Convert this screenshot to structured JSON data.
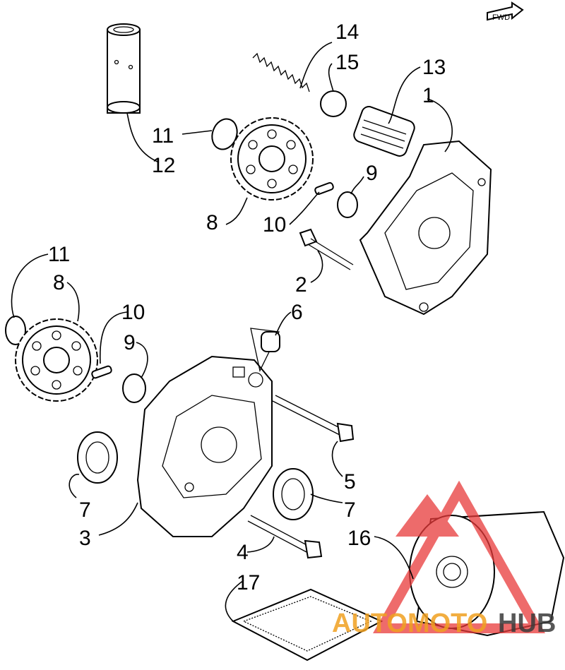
{
  "direction_badge": "FWD",
  "callouts": {
    "c14": "14",
    "c15": "15",
    "c13": "13",
    "c1": "1",
    "c11_top": "11",
    "c12": "12",
    "c9_top": "9",
    "c8_top": "8",
    "c10_top": "10",
    "c11_left": "11",
    "c8_left": "8",
    "c2": "2",
    "c10_left": "10",
    "c6": "6",
    "c9_left": "9",
    "c5": "5",
    "c7_left": "7",
    "c7_right": "7",
    "c3": "3",
    "c16": "16",
    "c4": "4",
    "c17": "17"
  },
  "watermark": {
    "brand_part1": "AUTOMOTO",
    "brand_part2": "HUB",
    "color_primary": "#f0a020",
    "color_secondary": "#3a3a3a",
    "triangle_color": "#e83a3a"
  },
  "icons": [
    "fwd-arrow-icon",
    "gear-icon",
    "spring-icon",
    "ball-icon",
    "bolt-icon",
    "seal-icon",
    "filter-icon",
    "screen-icon"
  ]
}
